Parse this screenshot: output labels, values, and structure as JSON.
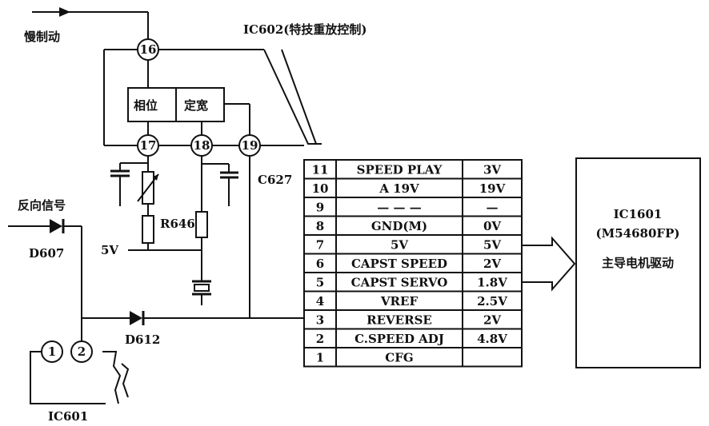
{
  "labels": {
    "ic602_title": "IC602(特技重放控制)",
    "slow_motion": "慢制动",
    "phase_block": "相位",
    "width_block": "定宽",
    "r646": "R646",
    "c627": "C627",
    "five_v": "5V",
    "reverse_signal": "反向信号",
    "d607": "D607",
    "d612": "D612",
    "ic601": "IC601",
    "ic1601_l1": "IC1601",
    "ic1601_l2": "(M54680FP)",
    "ic1601_l3": "主导电机驱动"
  },
  "ic602_pins": [
    "16",
    "17",
    "18",
    "19"
  ],
  "ic601_pins": [
    "1",
    "2"
  ],
  "connector": {
    "rows": [
      {
        "pin": "11",
        "signal": "SPEED PLAY",
        "voltage": "3V"
      },
      {
        "pin": "10",
        "signal": "A 19V",
        "voltage": "19V"
      },
      {
        "pin": "9",
        "signal": "— — —",
        "voltage": "—"
      },
      {
        "pin": "8",
        "signal": "GND(M)",
        "voltage": "0V"
      },
      {
        "pin": "7",
        "signal": "5V",
        "voltage": "5V"
      },
      {
        "pin": "6",
        "signal": "CAPST SPEED",
        "voltage": "2V"
      },
      {
        "pin": "5",
        "signal": "CAPST SERVO",
        "voltage": "1.8V"
      },
      {
        "pin": "4",
        "signal": "VREF",
        "voltage": "2.5V"
      },
      {
        "pin": "3",
        "signal": "REVERSE",
        "voltage": "2V"
      },
      {
        "pin": "2",
        "signal": "C.SPEED ADJ",
        "voltage": "4.8V"
      },
      {
        "pin": "1",
        "signal": "CFG",
        "voltage": ""
      }
    ]
  }
}
